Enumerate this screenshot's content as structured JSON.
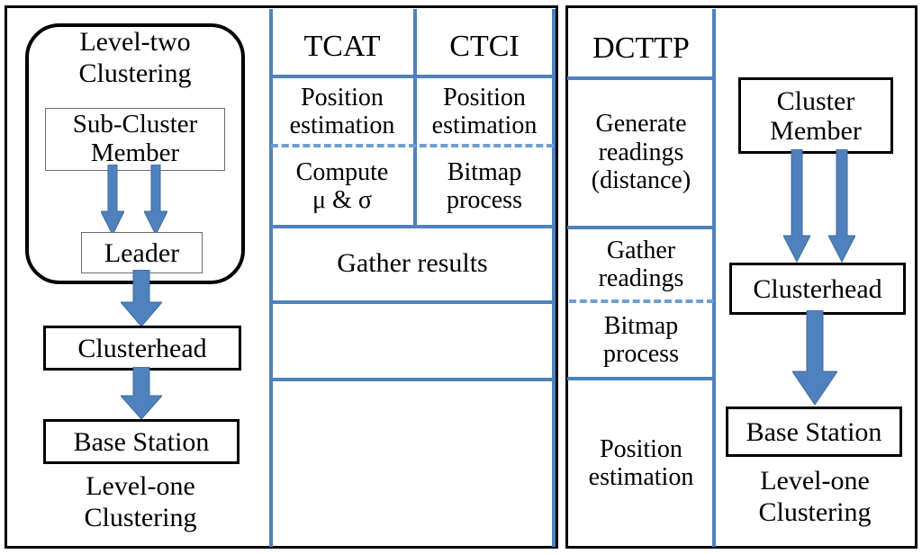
{
  "colors": {
    "arrow_blue": "#4f81bd",
    "grid_blue": "#4f81bd",
    "frame_black": "#000000",
    "background": "#ffffff"
  },
  "left_panel": {
    "name": "hierarchical-clustering-flow",
    "level_two_label_line1": "Level-two",
    "level_two_label_line2": "Clustering",
    "sub_cluster_member_line1": "Sub-Cluster",
    "sub_cluster_member_line2": "Member",
    "leader_label": "Leader",
    "clusterhead_label": "Clusterhead",
    "base_station_label": "Base Station",
    "level_one_label_line1": "Level-one",
    "level_one_label_line2": "Clustering",
    "arrows": [
      "sub-cluster-member-to-leader-a",
      "sub-cluster-member-to-leader-b",
      "leader-to-clusterhead",
      "clusterhead-to-base-station"
    ]
  },
  "middle_table": {
    "headers": [
      "TCAT",
      "CTCI"
    ],
    "rows": [
      {
        "type": "split",
        "cells": [
          {
            "lines": [
              "Position",
              "estimation"
            ]
          },
          {
            "lines": [
              "Position",
              "estimation"
            ]
          }
        ],
        "divider_below": "dashed"
      },
      {
        "type": "split",
        "cells": [
          {
            "lines": [
              "Compute",
              "μ & σ"
            ]
          },
          {
            "lines": [
              "Bitmap",
              "process"
            ]
          }
        ],
        "divider_below": "solid"
      },
      {
        "type": "merged",
        "cells": [
          {
            "lines": [
              "Gather results"
            ]
          }
        ],
        "divider_below": "solid"
      },
      {
        "type": "merged",
        "cells": [
          {
            "lines": [
              ""
            ]
          }
        ],
        "divider_below": "solid"
      },
      {
        "type": "merged",
        "cells": [
          {
            "lines": [
              ""
            ]
          }
        ],
        "divider_below": "none"
      }
    ]
  },
  "dcttp_table": {
    "header": "DCTTP",
    "rows": [
      {
        "lines": [
          "Generate",
          "readings",
          "(distance)"
        ],
        "divider_below": "solid"
      },
      {
        "lines": [
          "Gather",
          "readings"
        ],
        "divider_below": "dashed"
      },
      {
        "lines": [
          "Bitmap",
          "process"
        ],
        "divider_below": "solid"
      },
      {
        "lines": [
          "Position",
          "estimation"
        ],
        "divider_below": "none"
      }
    ]
  },
  "right_panel": {
    "name": "single-level-clustering-flow",
    "cluster_member_line1": "Cluster",
    "cluster_member_line2": "Member",
    "clusterhead_label": "Clusterhead",
    "base_station_label": "Base Station",
    "level_one_label_line1": "Level-one",
    "level_one_label_line2": "Clustering",
    "arrows": [
      "cluster-member-to-clusterhead-a",
      "cluster-member-to-clusterhead-b",
      "clusterhead-to-base-station"
    ]
  }
}
